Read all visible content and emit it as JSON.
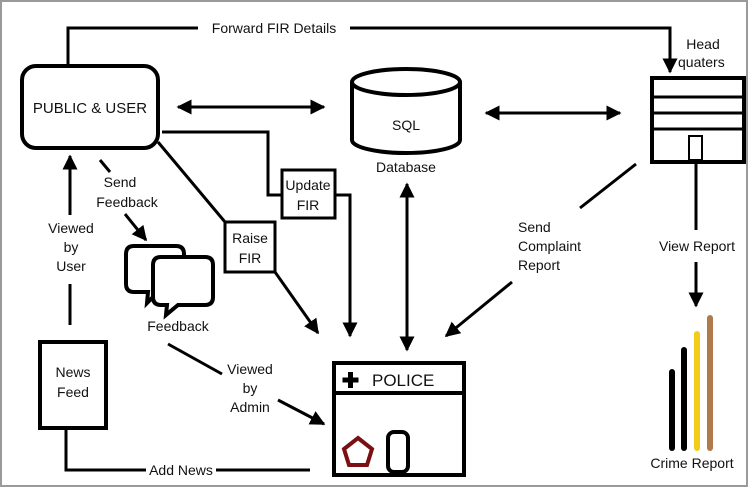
{
  "colors": {
    "stroke": "#000000",
    "frame": "#9a9a9a",
    "pentagon": "#7a0f14",
    "bar_black": "#000000",
    "bar_yellow": "#f2cc18",
    "bar_brown": "#b07a4f"
  },
  "nodes": {
    "public_user": "PUBLIC & USER",
    "sql": "SQL",
    "database": "Database",
    "headquarters_line1": "Head",
    "headquarters_line2": "quaters",
    "police": "POLICE",
    "news_line1": "News",
    "news_line2": "Feed",
    "feedback": "Feedback",
    "crime_report": "Crime Report"
  },
  "edges": {
    "forward_fir": "Forward FIR Details",
    "send_feedback_line1": "Send",
    "send_feedback_line2": "Feedback",
    "update_fir_line1": "Update",
    "update_fir_line2": "FIR",
    "raise_fir_line1": "Raise",
    "raise_fir_line2": "FIR",
    "viewed_user_line1": "Viewed",
    "viewed_user_line2": "by",
    "viewed_user_line3": "User",
    "send_complaint_line1": "Send",
    "send_complaint_line2": "Complaint",
    "send_complaint_line3": "Report",
    "view_report": "View Report",
    "viewed_admin_line1": "Viewed",
    "viewed_admin_line2": "by",
    "viewed_admin_line3": "Admin",
    "add_news": "Add News"
  },
  "icons": {
    "police_cross": "plus-icon",
    "police_badge": "pentagon-icon",
    "police_door": "door-icon",
    "headquarters": "building-icon",
    "feedback": "chat-bubbles-icon",
    "database": "cylinder-icon",
    "crime_report": "bar-chart-icon"
  }
}
